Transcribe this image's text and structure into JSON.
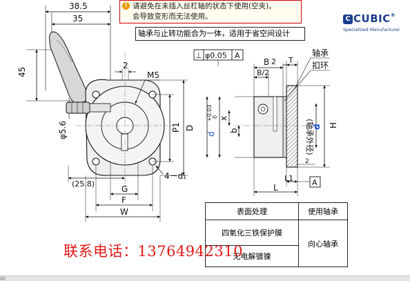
{
  "warning": {
    "icon": "warning-icon",
    "line1": "请避免在未插入丝杠轴的状态下使用(空夹)。",
    "line2": "会导致变形而无法使用。"
  },
  "feature_note": "轴承与止转功能合为一体，适用于省空间设计",
  "logo": {
    "mark": "C",
    "brand": "CUBIC",
    "registered": "®",
    "tagline": "Specialized Manufacturer"
  },
  "front_view": {
    "dim_top_width": "38.5",
    "dim_second_width": "35",
    "dim_height": "45",
    "dim_slot": "2",
    "label_screw": "M5",
    "label_pin_dia": "φ5.6",
    "label_p1": "P1",
    "label_d": "D",
    "label_offset": "(25.8)",
    "label_holes": "4－d₁",
    "label_g": "G",
    "label_f": "F",
    "label_w": "W"
  },
  "side_view": {
    "tolerance_symbol": "⊥",
    "tolerance_value": "φ0.05",
    "datum": "A",
    "label_b": "B",
    "label_b_half": "B/2",
    "label_2": "2",
    "label_t": "T",
    "label_bearing": "轴承",
    "label_snap_ring": "扣环",
    "label_bearing_od": "(轴承外径)",
    "label_d_tol": "d",
    "label_d_tol_sup": "+0.03",
    "label_d_tol_sub": "0",
    "label_x": "x",
    "label_b_small": "b",
    "label_h": "H",
    "label_d_bearing": "d",
    "label_l1": "L1",
    "label_l": "L",
    "label_2b": "2",
    "datum_bottom": "A"
  },
  "spec_table": {
    "col_surface": "表面处理",
    "col_bearing": "使用轴承",
    "surface_1": "四氧化三铁保护膜",
    "surface_2": "无电解镀镍",
    "bearing_1": "向心轴承"
  },
  "contact": "联系电话：13764942310"
}
